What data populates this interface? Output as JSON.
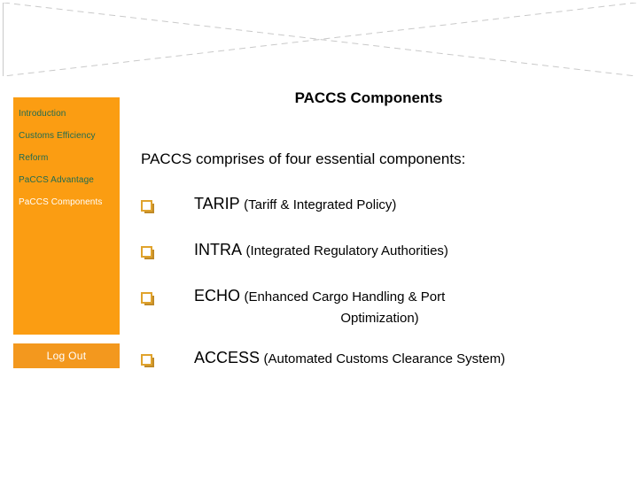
{
  "slide": {
    "title": "PACCS Components",
    "lead_text": "PACCS comprises of four essential components:"
  },
  "sidebar": {
    "items": [
      {
        "label": "Introduction",
        "active": false
      },
      {
        "label": "Customs Efficiency",
        "active": false
      },
      {
        "label": "Reform",
        "active": false
      },
      {
        "label": "PaCCS Advantage",
        "active": false
      },
      {
        "label": "PaCCS Components",
        "active": true
      }
    ],
    "logout_label": "Log Out",
    "panel_color": "#fb9d12",
    "logout_color": "#f3981e",
    "item_color": "#1f6b52",
    "active_item_color": "#ffffff"
  },
  "components": [
    {
      "bullet": "hollow-square-bullet",
      "acronym": "TARIP",
      "expansion": "(Tariff & Integrated Policy)",
      "wrap_line": ""
    },
    {
      "bullet": "hollow-square-bullet",
      "acronym": "INTRA",
      "expansion": "(Integrated Regulatory Authorities)",
      "wrap_line": ""
    },
    {
      "bullet": "hollow-square-bullet",
      "acronym": "ECHO",
      "expansion": "(Enhanced Cargo Handling & Port",
      "wrap_line": "Optimization)"
    },
    {
      "bullet": "hollow-square-bullet",
      "acronym": "ACCESS",
      "expansion": "(Automated Customs Clearance System)",
      "wrap_line": ""
    }
  ],
  "header_placeholder": {
    "name": "empty-content-placeholder",
    "line_color": "#c9c9c9"
  }
}
